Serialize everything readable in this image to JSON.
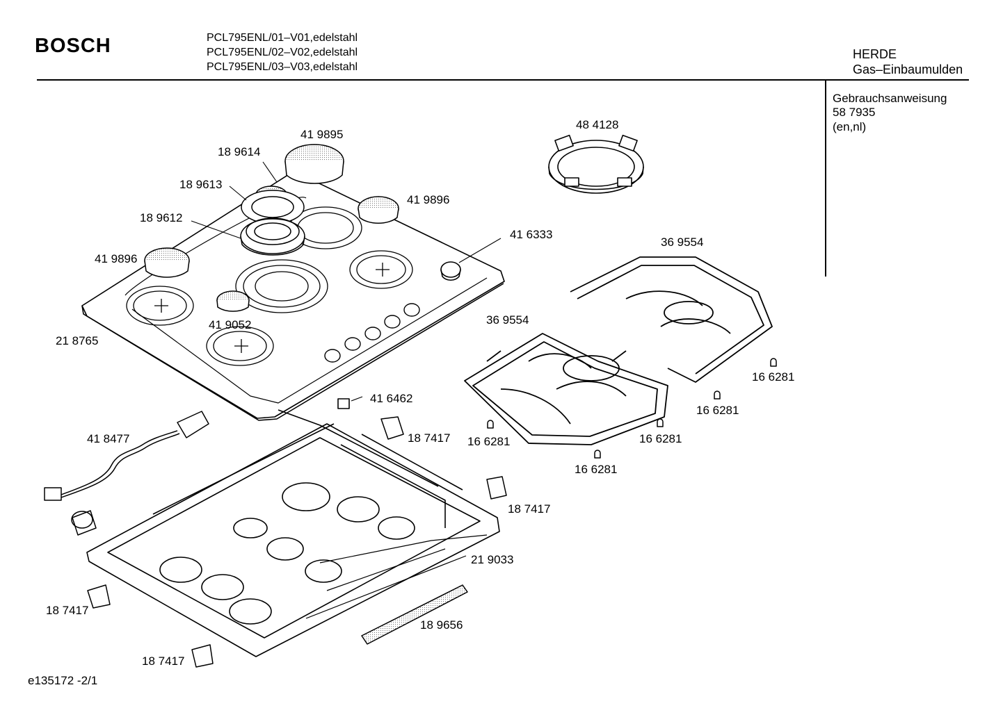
{
  "header": {
    "brand": "BOSCH",
    "models": [
      "PCL795ENL/01–V01,edelstahl",
      "PCL795ENL/02–V02,edelstahl",
      "PCL795ENL/03–V03,edelstahl"
    ],
    "category_line1": "HERDE",
    "category_line2": "Gas–Einbaumulden"
  },
  "doc_info": {
    "line1": "Gebrauchsanweisung",
    "line2": "58 7935",
    "line3": "(en,nl)"
  },
  "parts": {
    "p419895": "41 9895",
    "p189614": "18 9614",
    "p189613": "18 9613",
    "p189612": "18 9612",
    "p419896a": "41 9896",
    "p419896b": "41 9896",
    "p484128": "48 4128",
    "p416333": "41 6333",
    "p369554a": "36 9554",
    "p369554b": "36 9554",
    "p419052": "41 9052",
    "p218765": "21 8765",
    "p416462": "41 6462",
    "p418477": "41 8477",
    "p187417a": "18 7417",
    "p187417b": "18 7417",
    "p187417c": "18 7417",
    "p187417d": "18 7417",
    "p166281a": "16 6281",
    "p166281b": "16 6281",
    "p166281c": "16 6281",
    "p166281d": "16 6281",
    "p166281e": "16 6281",
    "p219033": "21 9033",
    "p189656": "18 9656"
  },
  "footer": {
    "ref": "e135172 -2/1"
  }
}
